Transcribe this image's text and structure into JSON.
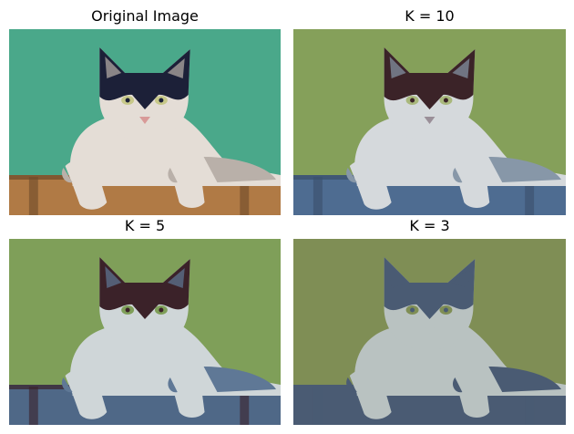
{
  "panels": [
    {
      "title": "Original Image",
      "palette": {
        "background": "#4aa88a",
        "table": "#b07a45",
        "table_dark": "#6e4a2a",
        "cat_dark": "#1c2038",
        "cat_light": "#e4ddd6",
        "cat_mid": "#b9b0a9",
        "eye": "#c7c889",
        "nose": "#d89a98"
      }
    },
    {
      "title": "K = 10",
      "palette": {
        "background": "#85a05a",
        "table": "#4e6c91",
        "table_dark": "#3a4f6a",
        "cat_dark": "#3b2328",
        "cat_light": "#d5d9dc",
        "cat_mid": "#8797a8",
        "eye": "#a9b87c",
        "nose": "#9a8f98"
      }
    },
    {
      "title": "K = 5",
      "palette": {
        "background": "#7f9f59",
        "table": "#4f6887",
        "table_dark": "#3b2229",
        "cat_dark": "#3b2229",
        "cat_light": "#cfd6d8",
        "cat_mid": "#5f7896",
        "eye": "#7f9f59",
        "nose": "#cfd6d8"
      }
    },
    {
      "title": "K = 3",
      "palette": {
        "background": "#7f8e55",
        "table": "#4a5b73",
        "table_dark": "#4a5b73",
        "cat_dark": "#4a5b73",
        "cat_light": "#b9c2c1",
        "cat_mid": "#4a5b73",
        "eye": "#7f8e55",
        "nose": "#b9c2c1"
      }
    }
  ]
}
